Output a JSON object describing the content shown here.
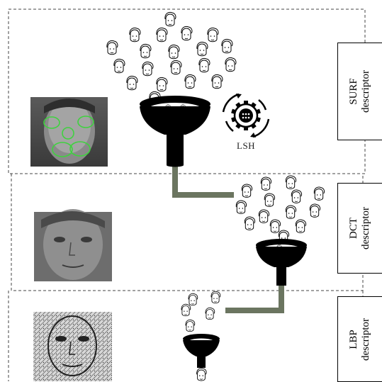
{
  "lsh_label": "LSH",
  "descriptors": [
    {
      "line1": "SURF",
      "line2": "descriptor"
    },
    {
      "line1": "DCT",
      "line2": "descriptor"
    },
    {
      "line1": "LBP",
      "line2": "descriptor"
    }
  ],
  "colors": {
    "pipe": "#6b7560",
    "funnel": "#000000",
    "landmark": "#3fd23f",
    "dashed": "#444444"
  },
  "icons": [
    "face-sketch-icon",
    "funnel-icon",
    "gear-cycle-icon",
    "face-photo",
    "face-lbp-texture"
  ]
}
